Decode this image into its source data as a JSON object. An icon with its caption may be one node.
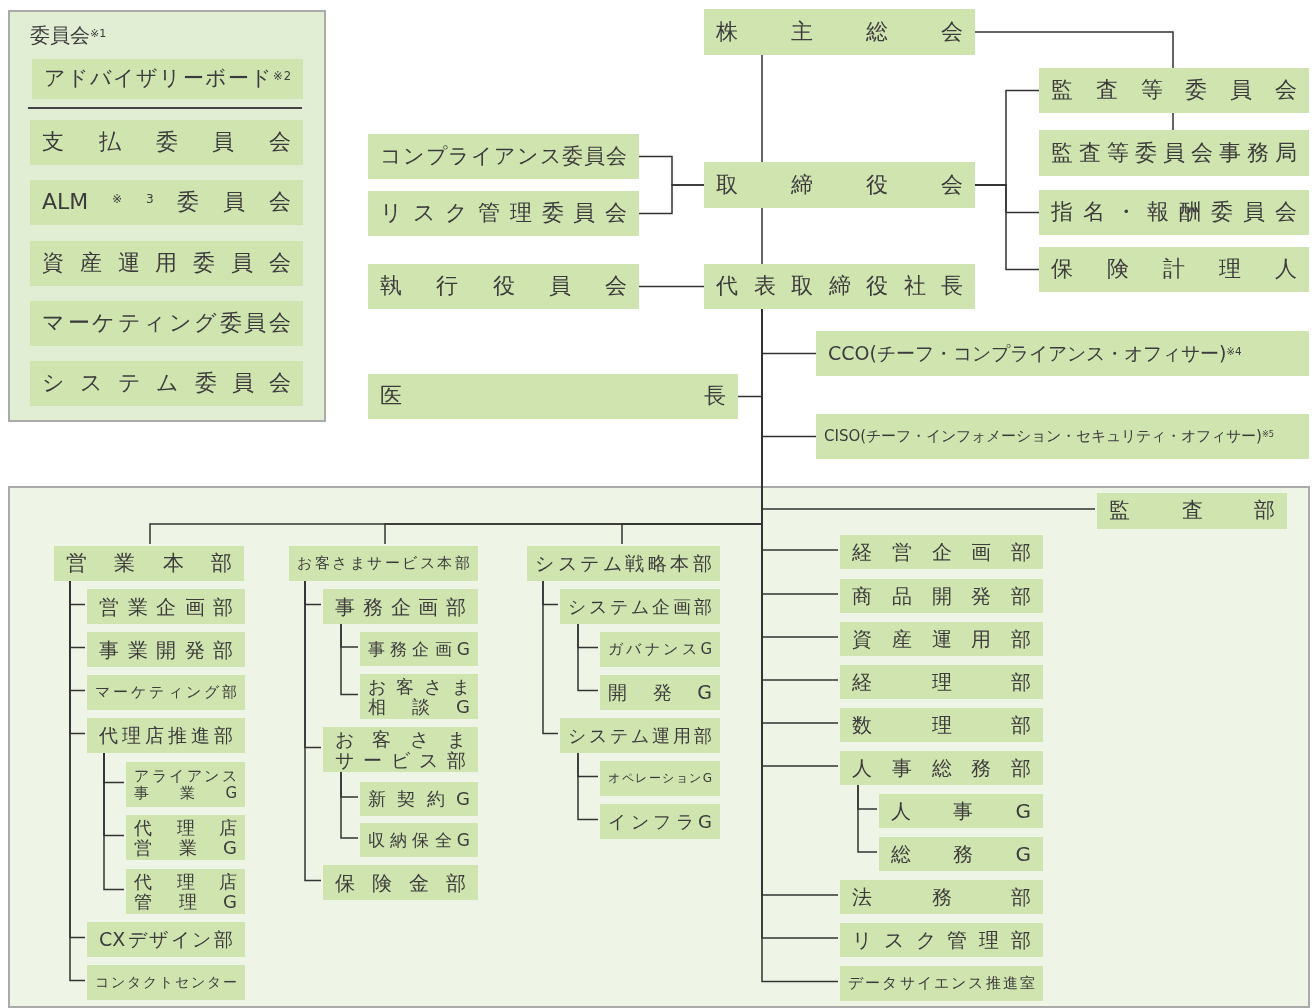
{
  "diagram": {
    "nodes": [
      {
        "text": [
          "委員会$^{※1}$"
        ]
      },
      {
        "text": [
          "アドバイザリーボード$^{※2}$"
        ],
        "in": 0
      },
      {
        "text": [
          "支払委員会"
        ],
        "in": 0
      },
      {
        "text": [
          "ALM$^{※3}$委員会"
        ],
        "in": 0
      },
      {
        "text": [
          "資産運用委員会"
        ],
        "in": 0
      },
      {
        "text": [
          "マーケティング委員会"
        ],
        "in": 0
      },
      {
        "text": [
          "システム委員会"
        ],
        "in": 0
      },
      {
        "text": [
          "株主総会"
        ]
      },
      {
        "text": [
          "監査等委員会"
        ]
      },
      {
        "text": [
          "コンプライアンス委員会"
        ]
      },
      {
        "text": [
          "リスク管理委員会"
        ]
      },
      {
        "text": [
          "取締役会"
        ]
      },
      {
        "text": [
          "監査等委員会事務局"
        ]
      },
      {
        "text": [
          "指名・報酬委員会"
        ]
      },
      {
        "text": [
          "保険計理人"
        ]
      },
      {
        "text": [
          "執行役員会"
        ]
      },
      {
        "text": [
          "代表取締役社長"
        ]
      },
      {
        "text": [
          "CCO(チーフ・コンプライアンス・オフィサー)$^{※4}$"
        ]
      },
      {
        "text": [
          "医長"
        ]
      },
      {
        "text": [
          "CISO(チーフ・インフォメーション・セキュリティ・オフィサー)$^{※5}$"
        ]
      },
      {
        "text": [],
        "shape": "box"
      },
      {
        "text": [
          "監査部"
        ],
        "in": 20
      },
      {
        "text": [
          "営業本部"
        ],
        "in": 20
      },
      {
        "text": [
          "営業企画部"
        ],
        "in": 20
      },
      {
        "text": [
          "事業開発部"
        ],
        "in": 20
      },
      {
        "text": [
          "マーケティング部"
        ],
        "in": 20
      },
      {
        "text": [
          "代理店推進部"
        ],
        "in": 20
      },
      {
        "text": [
          "アライアンス事業G"
        ],
        "in": 20
      },
      {
        "text": [
          "代理店営業G"
        ],
        "in": 20
      },
      {
        "text": [
          "代理店管理G"
        ],
        "in": 20
      },
      {
        "text": [
          "CXデザイン部"
        ],
        "in": 20
      },
      {
        "text": [
          "コンタクトセンター"
        ],
        "in": 20
      },
      {
        "text": [
          "お客さまサービス本部"
        ],
        "in": 20
      },
      {
        "text": [
          "事務企画部"
        ],
        "in": 20
      },
      {
        "text": [
          "事務企画G"
        ],
        "in": 20
      },
      {
        "text": [
          "お客さま相談G"
        ],
        "in": 20
      },
      {
        "text": [
          "お客さまサービス部"
        ],
        "in": 20
      },
      {
        "text": [
          "新契約G"
        ],
        "in": 20
      },
      {
        "text": [
          "収納保全G"
        ],
        "in": 20
      },
      {
        "text": [
          "保険金部"
        ],
        "in": 20
      },
      {
        "text": [
          "システム戦略本部"
        ],
        "in": 20
      },
      {
        "text": [
          "システム企画部"
        ],
        "in": 20
      },
      {
        "text": [
          "ガバナンスG"
        ],
        "in": 20
      },
      {
        "text": [
          "開発G"
        ],
        "in": 20
      },
      {
        "text": [
          "システム運用部"
        ],
        "in": 20
      },
      {
        "text": [
          "オペレーションG"
        ],
        "in": 20
      },
      {
        "text": [
          "インフラG"
        ],
        "in": 20
      },
      {
        "text": [
          "経営企画部"
        ],
        "in": 20
      },
      {
        "text": [
          "商品開発部"
        ],
        "in": 20
      },
      {
        "text": [
          "資産運用部"
        ],
        "in": 20
      },
      {
        "text": [
          "経理部"
        ],
        "in": 20
      },
      {
        "text": [
          "数理部"
        ],
        "in": 20
      },
      {
        "text": [
          "人事総務部"
        ],
        "in": 20
      },
      {
        "text": [
          "人事G"
        ],
        "in": 20
      },
      {
        "text": [
          "総務G"
        ],
        "in": 20
      },
      {
        "text": [
          "法務部"
        ],
        "in": 20
      },
      {
        "text": [
          "リスク管理部"
        ],
        "in": 20
      },
      {
        "text": [
          "データサイエンス推進室"
        ],
        "in": 20
      }
    ],
    "edges": [
      {
        "from": 7,
        "to": 11,
        "arrow": "none"
      },
      {
        "from": 7,
        "to": 8,
        "arrow": "none"
      },
      {
        "from": 8,
        "to": 12,
        "arrow": "none"
      },
      {
        "from": 11,
        "to": 9,
        "arrow": "none"
      },
      {
        "from": 11,
        "to": 10,
        "arrow": "none"
      },
      {
        "from": 11,
        "to": 8,
        "arrow": "none"
      },
      {
        "from": 11,
        "to": 13,
        "arrow": "none"
      },
      {
        "from": 11,
        "to": 14,
        "arrow": "none"
      },
      {
        "from": 11,
        "to": 16,
        "arrow": "none"
      },
      {
        "from": 16,
        "to": 15,
        "arrow": "none"
      },
      {
        "from": 16,
        "to": 17,
        "arrow": "none"
      },
      {
        "from": 16,
        "to": 18,
        "arrow": "none"
      },
      {
        "from": 16,
        "to": 19,
        "arrow": "none"
      },
      {
        "from": 16,
        "to": 21,
        "arrow": "none"
      },
      {
        "from": 16,
        "to": 22,
        "arrow": "none"
      },
      {
        "from": 16,
        "to": 32,
        "arrow": "none"
      },
      {
        "from": 16,
        "to": 40,
        "arrow": "none"
      },
      {
        "from": 16,
        "to": 47,
        "arrow": "none"
      },
      {
        "from": 16,
        "to": 48,
        "arrow": "none"
      },
      {
        "from": 16,
        "to": 49,
        "arrow": "none"
      },
      {
        "from": 16,
        "to": 50,
        "arrow": "none"
      },
      {
        "from": 16,
        "to": 51,
        "arrow": "none"
      },
      {
        "from": 16,
        "to": 52,
        "arrow": "none"
      },
      {
        "from": 16,
        "to": 55,
        "arrow": "none"
      },
      {
        "from": 16,
        "to": 56,
        "arrow": "none"
      },
      {
        "from": 16,
        "to": 57,
        "arrow": "none"
      },
      {
        "from": 22,
        "to": 23,
        "arrow": "none"
      },
      {
        "from": 22,
        "to": 24,
        "arrow": "none"
      },
      {
        "from": 22,
        "to": 25,
        "arrow": "none"
      },
      {
        "from": 22,
        "to": 26,
        "arrow": "none"
      },
      {
        "from": 22,
        "to": 30,
        "arrow": "none"
      },
      {
        "from": 22,
        "to": 31,
        "arrow": "none"
      },
      {
        "from": 26,
        "to": 27,
        "arrow": "none"
      },
      {
        "from": 26,
        "to": 28,
        "arrow": "none"
      },
      {
        "from": 26,
        "to": 29,
        "arrow": "none"
      },
      {
        "from": 32,
        "to": 33,
        "arrow": "none"
      },
      {
        "from": 32,
        "to": 36,
        "arrow": "none"
      },
      {
        "from": 32,
        "to": 39,
        "arrow": "none"
      },
      {
        "from": 33,
        "to": 34,
        "arrow": "none"
      },
      {
        "from": 33,
        "to": 35,
        "arrow": "none"
      },
      {
        "from": 36,
        "to": 37,
        "arrow": "none"
      },
      {
        "from": 36,
        "to": 38,
        "arrow": "none"
      },
      {
        "from": 40,
        "to": 41,
        "arrow": "none"
      },
      {
        "from": 40,
        "to": 44,
        "arrow": "none"
      },
      {
        "from": 41,
        "to": 42,
        "arrow": "none"
      },
      {
        "from": 41,
        "to": 43,
        "arrow": "none"
      },
      {
        "from": 44,
        "to": 45,
        "arrow": "none"
      },
      {
        "from": 44,
        "to": 46,
        "arrow": "none"
      },
      {
        "from": 52,
        "to": 53,
        "arrow": "none"
      },
      {
        "from": 52,
        "to": 54,
        "arrow": "none"
      }
    ]
  }
}
